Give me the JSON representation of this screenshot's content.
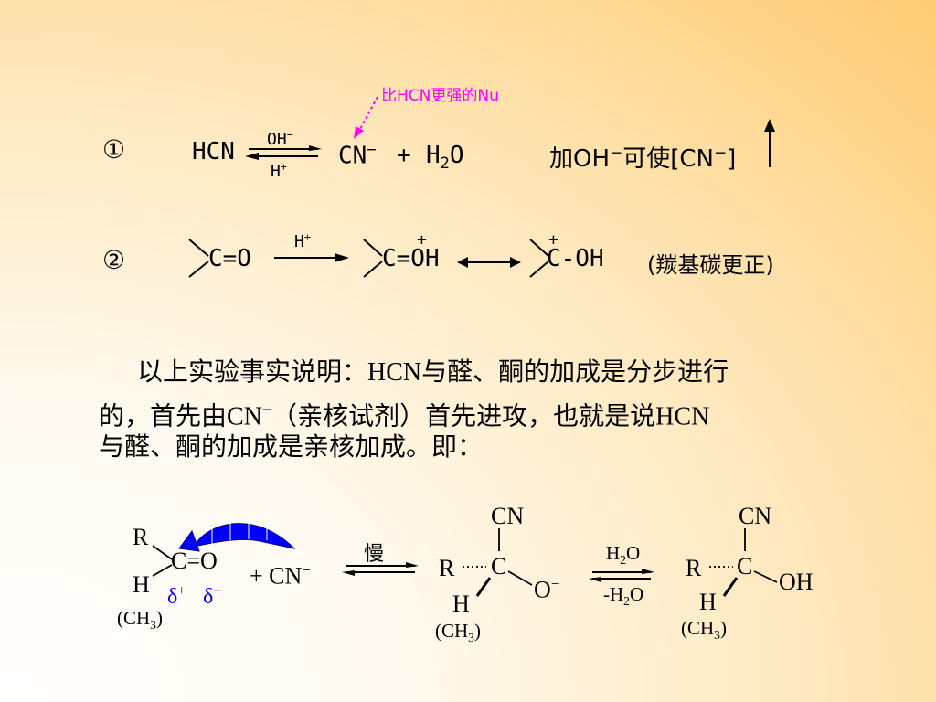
{
  "eq1": {
    "number": "①",
    "reactant": "HCN",
    "forward_cond": "OH",
    "reverse_cond": "H",
    "product": "CN",
    "plus": "+",
    "water": "H",
    "water_sub": "2",
    "water_tail": "O",
    "note_pre": "加OH",
    "note_mid": "可使[CN",
    "note_post": "]",
    "callout": "比HCN更强的Nu"
  },
  "eq2": {
    "number": "②",
    "reactant": "C=O",
    "cond": "H",
    "middle": "C=OH",
    "right": "C-OH",
    "plus_sign": "+",
    "note": "(羰基碳更正)"
  },
  "paragraph": {
    "line1": "以上实验事实说明：HCN与醛、酮的加成是分步进行",
    "line2_a": "的，首先由CN",
    "line2_b": "（亲核试剂）首先进攻，也就是说HCN",
    "line3": "与醛、酮的加成是亲核加成。即："
  },
  "mechanism": {
    "r": "R",
    "co": "C=O",
    "h": "H",
    "ch3": "(CH",
    "ch3_sub": "3",
    "ch3_close": ")",
    "delta": "δ",
    "plus_cn": "+ CN",
    "slow": "慢",
    "cn_top": "CN",
    "c": "C",
    "o_minus": "O",
    "h2o": "H",
    "h2o_sub": "2",
    "h2o_tail": "O",
    "neg_h2o": "-H",
    "oh": "OH"
  },
  "colors": {
    "callout": "#ff00ff",
    "arrow_blue": "#0000ff",
    "delta": "#0000ff"
  }
}
